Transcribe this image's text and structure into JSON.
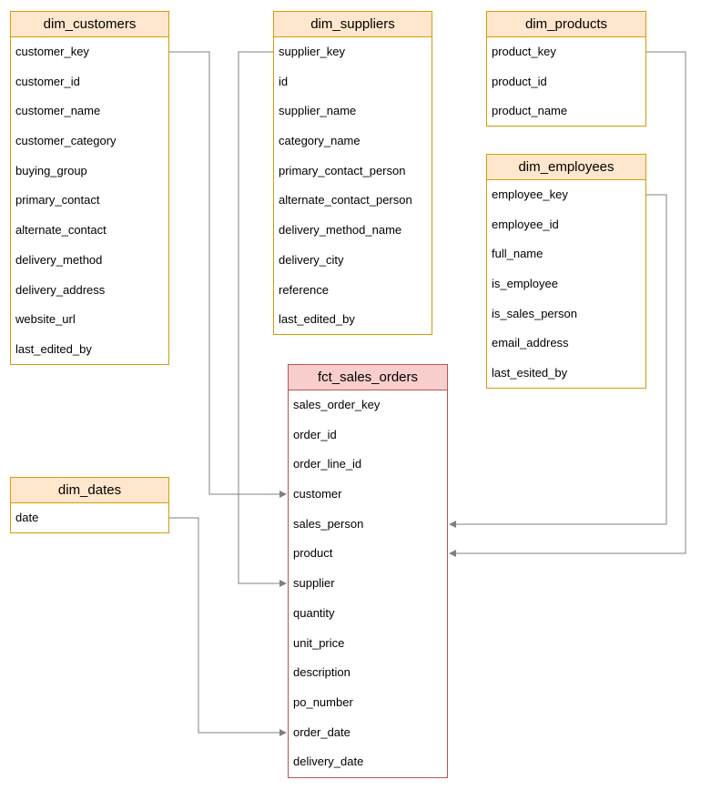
{
  "tables": {
    "dim_customers": {
      "title": "dim_customers",
      "fields": [
        "customer_key",
        "customer_id",
        "customer_name",
        "customer_category",
        "buying_group",
        "primary_contact",
        "alternate_contact",
        "delivery_method",
        "delivery_address",
        "website_url",
        "last_edited_by"
      ]
    },
    "dim_suppliers": {
      "title": "dim_suppliers",
      "fields": [
        "supplier_key",
        "id",
        "supplier_name",
        "category_name",
        "primary_contact_person",
        "alternate_contact_person",
        "delivery_method_name",
        "delivery_city",
        "reference",
        "last_edited_by"
      ]
    },
    "dim_products": {
      "title": "dim_products",
      "fields": [
        "product_key",
        "product_id",
        "product_name"
      ]
    },
    "dim_employees": {
      "title": "dim_employees",
      "fields": [
        "employee_key",
        "employee_id",
        "full_name",
        "is_employee",
        "is_sales_person",
        "email_address",
        "last_esited_by"
      ]
    },
    "dim_dates": {
      "title": "dim_dates",
      "fields": [
        "date"
      ]
    },
    "fct_sales_orders": {
      "title": "fct_sales_orders",
      "fields": [
        "sales_order_key",
        "order_id",
        "order_line_id",
        "customer",
        "sales_person",
        "product",
        "supplier",
        "quantity",
        "unit_price",
        "description",
        "po_number",
        "order_date",
        "delivery_date"
      ]
    }
  },
  "relationships": [
    {
      "from": "dim_customers.customer_key",
      "to": "fct_sales_orders.customer"
    },
    {
      "from": "dim_suppliers.supplier_key",
      "to": "fct_sales_orders.supplier"
    },
    {
      "from": "dim_products.product_key",
      "to": "fct_sales_orders.product"
    },
    {
      "from": "dim_employees.employee_key",
      "to": "fct_sales_orders.sales_person"
    },
    {
      "from": "dim_dates.date",
      "to": "fct_sales_orders.order_date"
    }
  ],
  "colors": {
    "dimension_header": "#ffe6cc",
    "dimension_border": "#d79b00",
    "fact_header": "#f8cecc",
    "fact_border": "#b85450",
    "connector": "#808080"
  }
}
